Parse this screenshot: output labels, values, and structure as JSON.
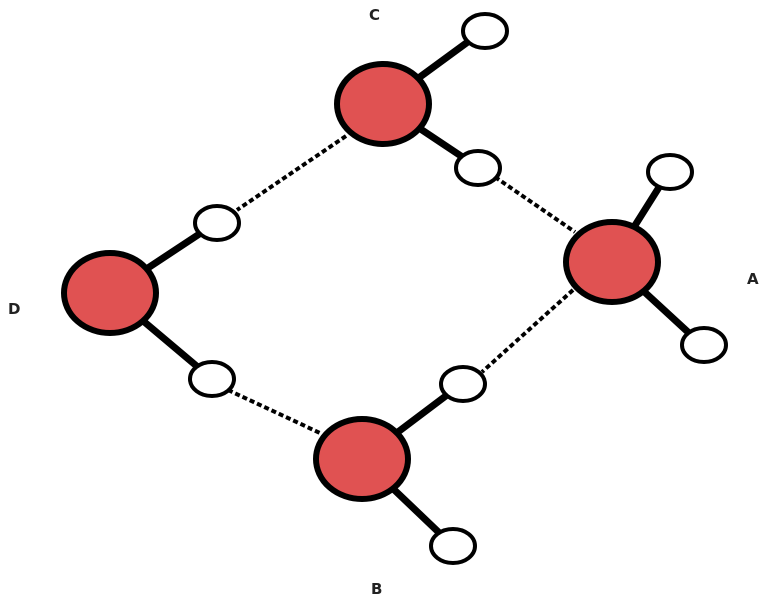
{
  "labels": {
    "a": "A",
    "b": "B",
    "c": "C",
    "d": "D"
  },
  "colors": {
    "oxygen_fill": "#e05252",
    "hydrogen_fill": "#ffffff",
    "stroke": "#000000"
  },
  "bonds": {
    "covalent_style": "solid",
    "hydrogen_style": "dotted"
  }
}
